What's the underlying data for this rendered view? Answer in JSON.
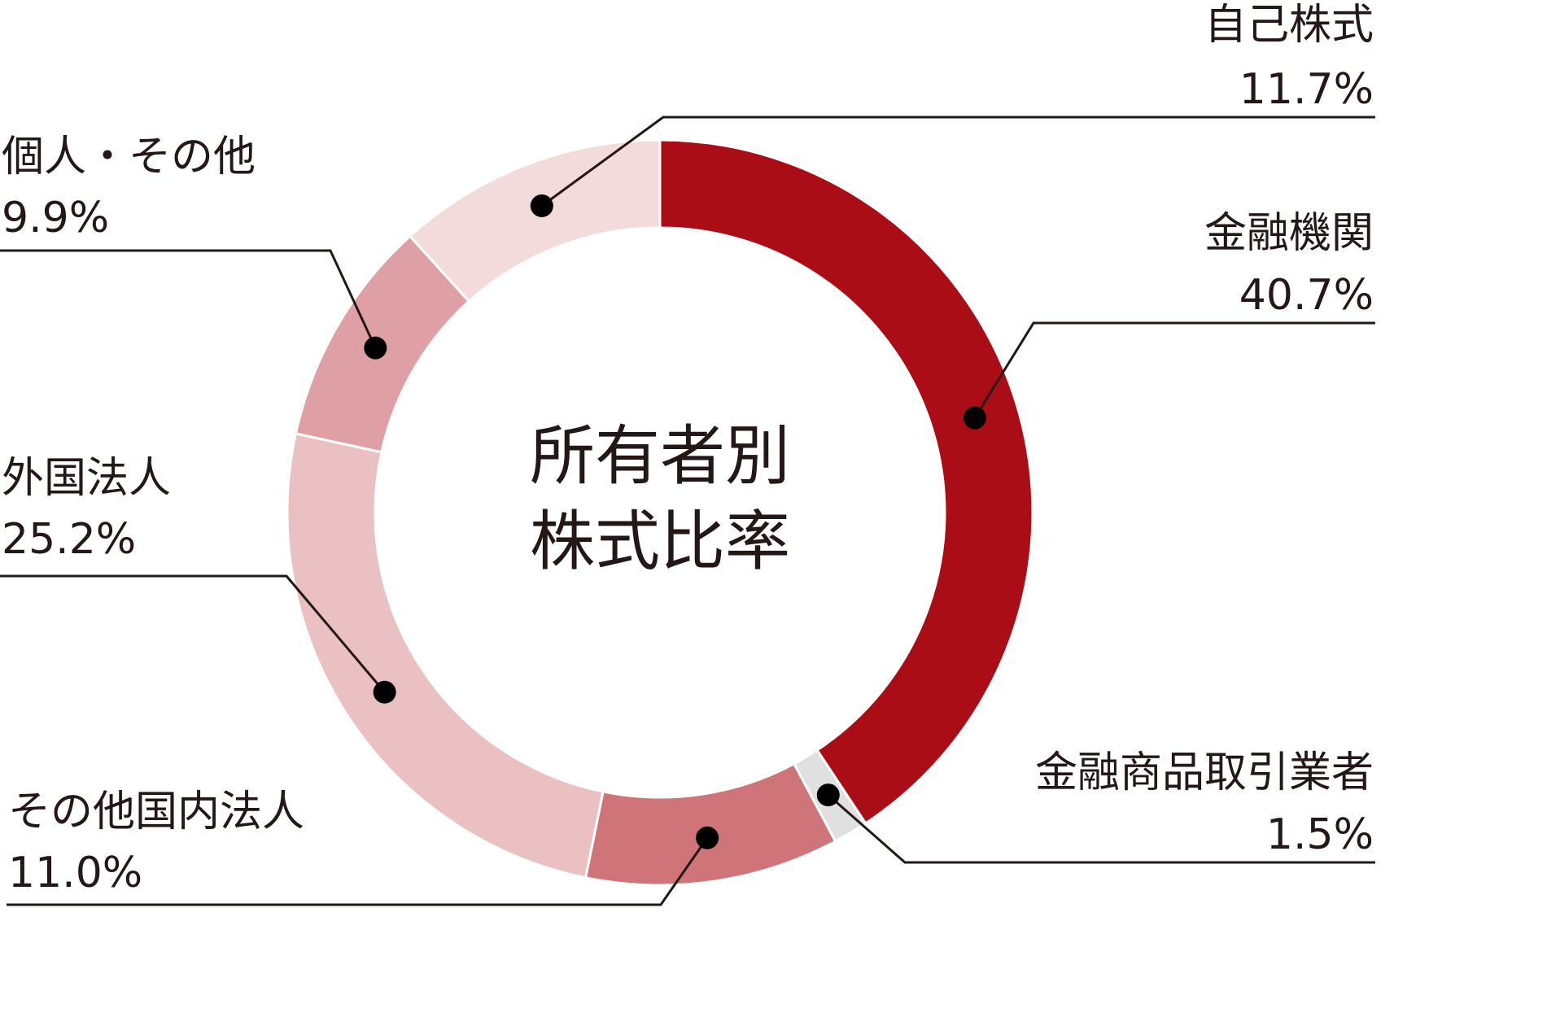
{
  "chart_data": {
    "type": "pie",
    "variant": "donut",
    "center_title": [
      "所有者別",
      "株式比率"
    ],
    "start_angle_deg": 0,
    "direction": "clockwise",
    "slices": [
      {
        "label": "金融機関",
        "value": 40.7,
        "value_text": "40.7%",
        "color": "#ab0d16"
      },
      {
        "label": "金融商品取引業者",
        "value": 1.5,
        "value_text": "1.5%",
        "color": "#e0e0e0"
      },
      {
        "label": "その他国内法人",
        "value": 11.0,
        "value_text": "11.0%",
        "color": "#cf7478"
      },
      {
        "label": "外国法人",
        "value": 25.2,
        "value_text": "25.2%",
        "color": "#eac0c2"
      },
      {
        "label": "個人・その他",
        "value": 9.9,
        "value_text": "9.9%",
        "color": "#dea0a4"
      },
      {
        "label": "自己株式",
        "value": 11.7,
        "value_text": "11.7%",
        "color": "#f3dadb"
      }
    ]
  }
}
